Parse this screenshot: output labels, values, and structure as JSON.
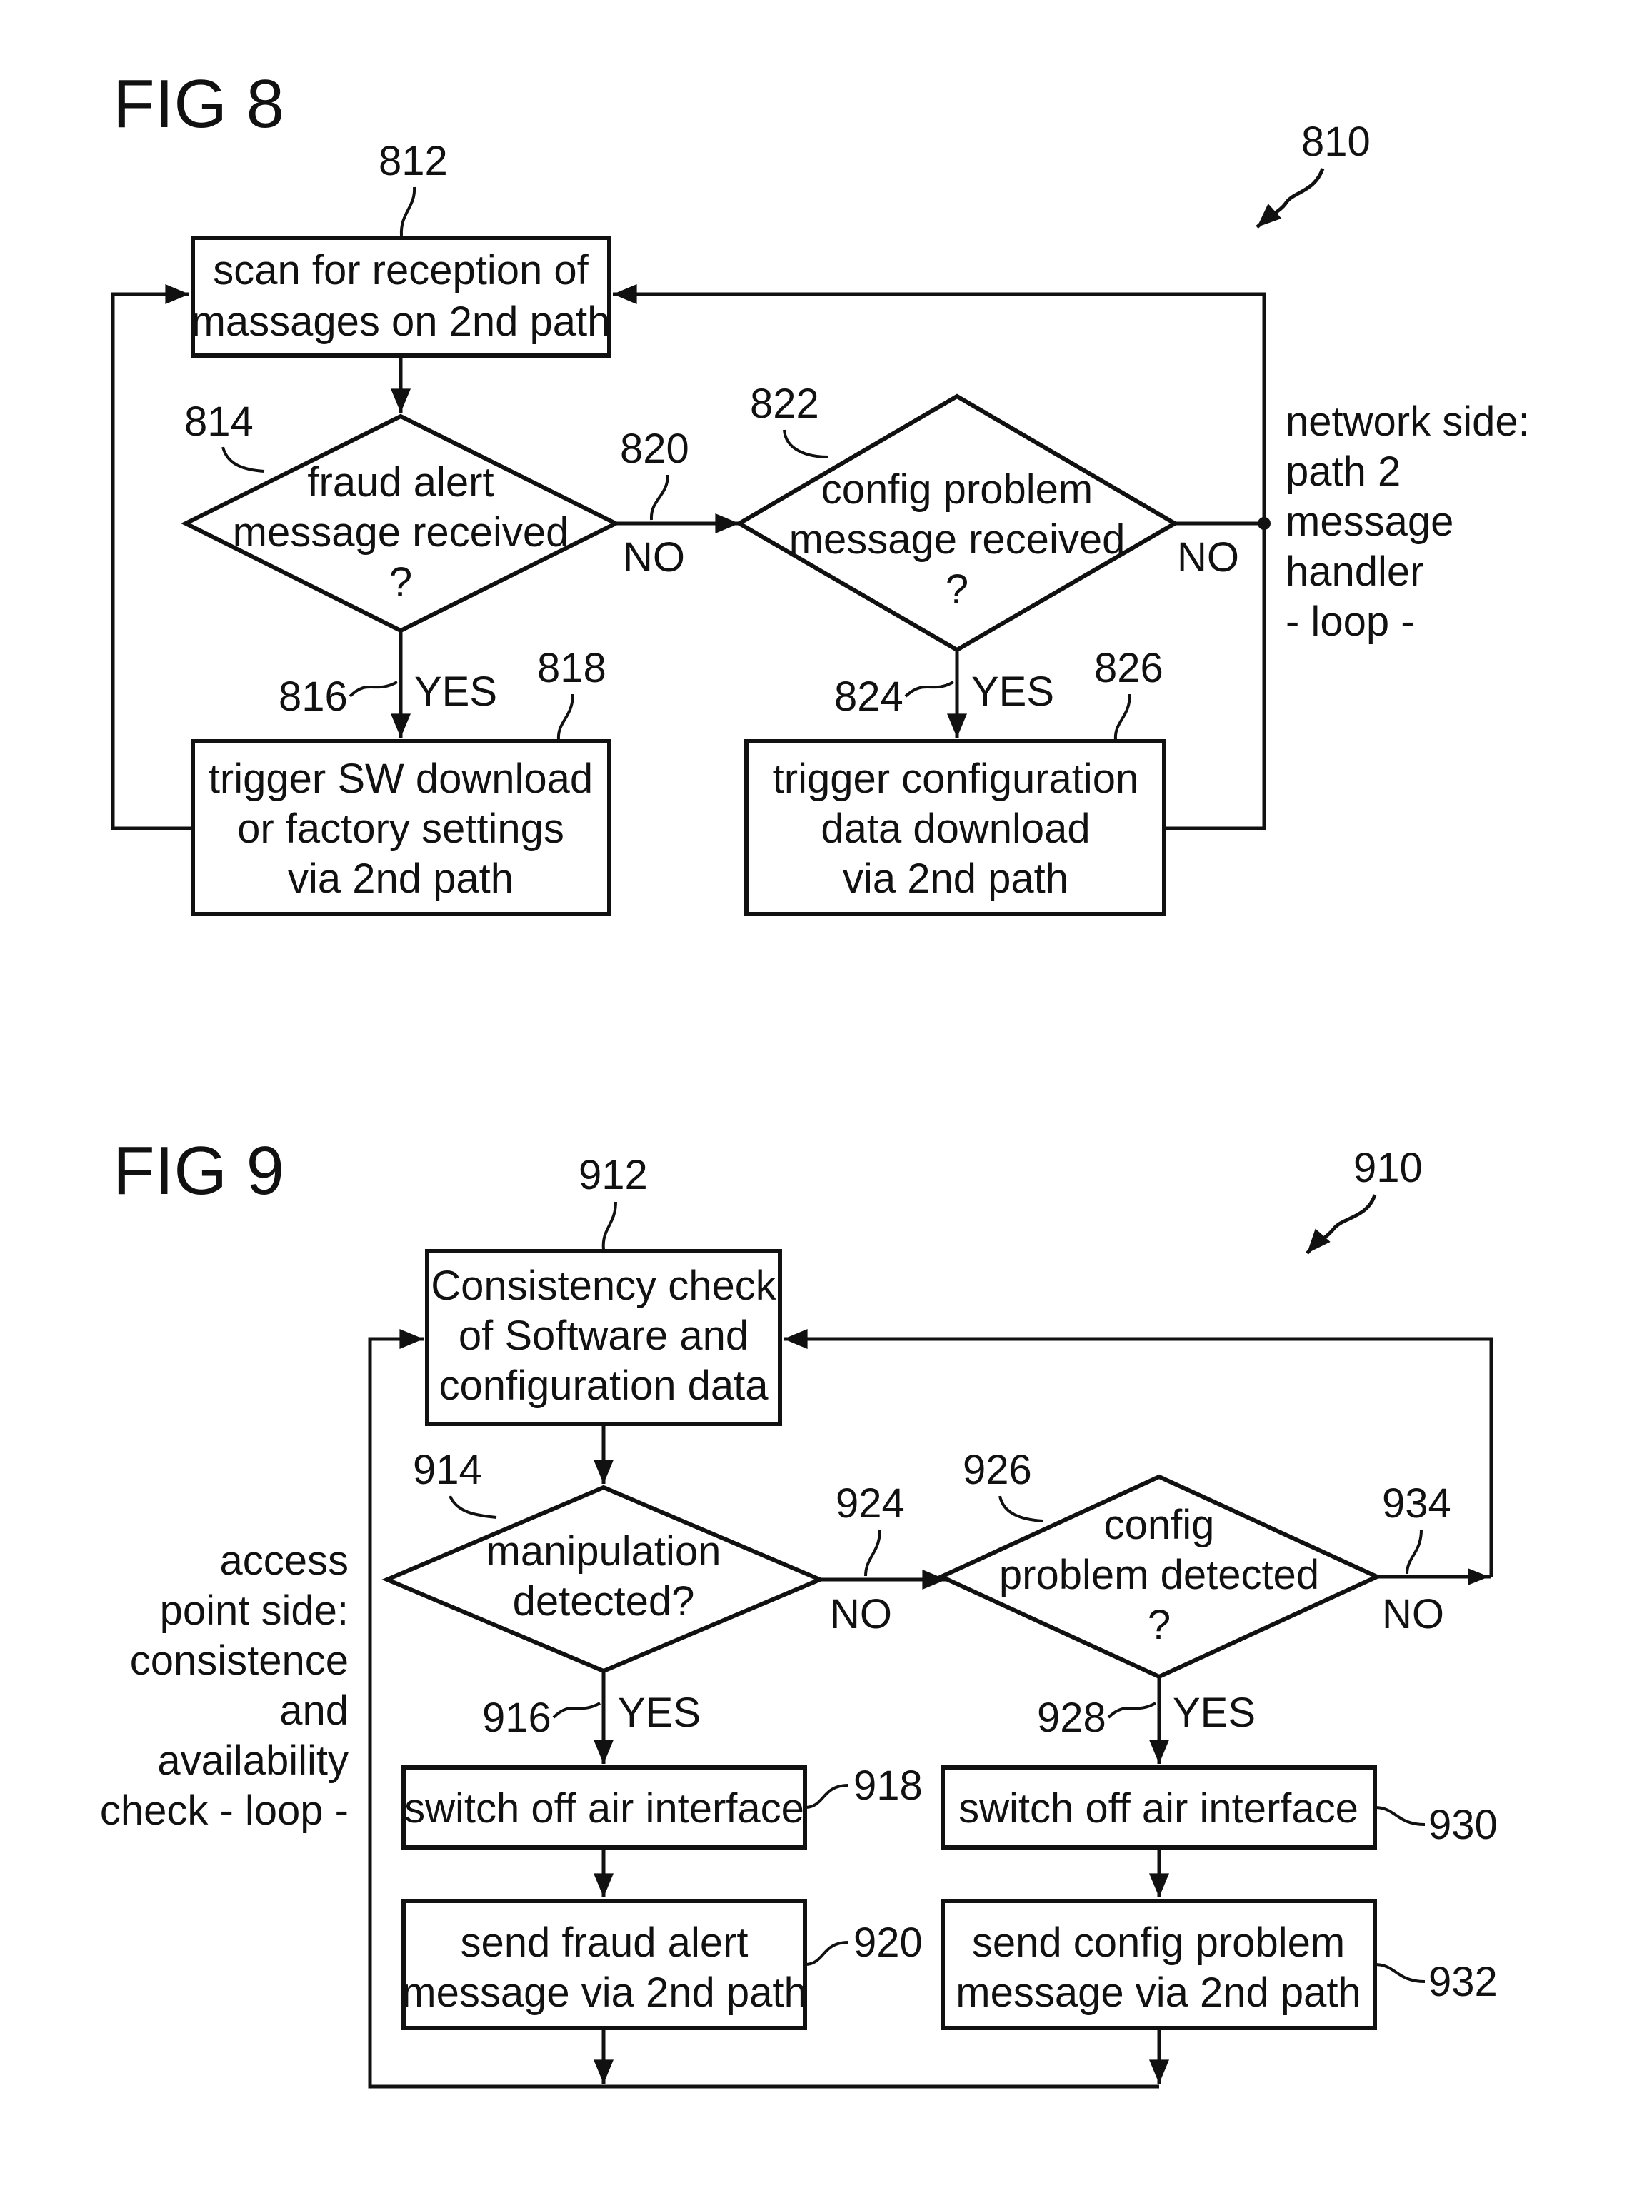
{
  "fig8": {
    "title": "FIG 8",
    "ref_810": "810",
    "ref_812": "812",
    "ref_814": "814",
    "ref_816": "816",
    "ref_818": "818",
    "ref_820": "820",
    "ref_822": "822",
    "ref_824": "824",
    "ref_826": "826",
    "box_scan": [
      "scan for reception of",
      "massages on 2nd path"
    ],
    "diamond_fraud": [
      "fraud alert",
      "message received",
      "?"
    ],
    "diamond_config": [
      "config problem",
      "message received",
      "?"
    ],
    "box_sw": [
      "trigger SW download",
      "or factory settings",
      "via 2nd path"
    ],
    "box_cfg": [
      "trigger configuration",
      "data download",
      "via 2nd path"
    ],
    "yes_1": "YES",
    "yes_2": "YES",
    "no_1": "NO",
    "no_2": "NO",
    "side_label": [
      "network side:",
      "path 2",
      "message",
      "handler",
      "- loop -"
    ]
  },
  "fig9": {
    "title": "FIG 9",
    "ref_910": "910",
    "ref_912": "912",
    "ref_914": "914",
    "ref_916": "916",
    "ref_918": "918",
    "ref_920": "920",
    "ref_924": "924",
    "ref_926": "926",
    "ref_928": "928",
    "ref_930": "930",
    "ref_932": "932",
    "ref_934": "934",
    "box_consistency": [
      "Consistency check",
      "of Software and",
      "configuration data"
    ],
    "diamond_manip": [
      "manipulation",
      "detected?"
    ],
    "diamond_config": [
      "config",
      "problem detected",
      "?"
    ],
    "box_switch_1": "switch off air interface",
    "box_switch_2": "switch off air interface",
    "box_fraud": [
      "send fraud alert",
      "message via 2nd path"
    ],
    "box_cfgmsg": [
      "send config problem",
      "message via 2nd path"
    ],
    "yes_1": "YES",
    "yes_2": "YES",
    "no_1": "NO",
    "no_2": "NO",
    "side_label": [
      "access",
      "point side:",
      "consistence",
      "and",
      "availability",
      "check - loop -"
    ]
  }
}
